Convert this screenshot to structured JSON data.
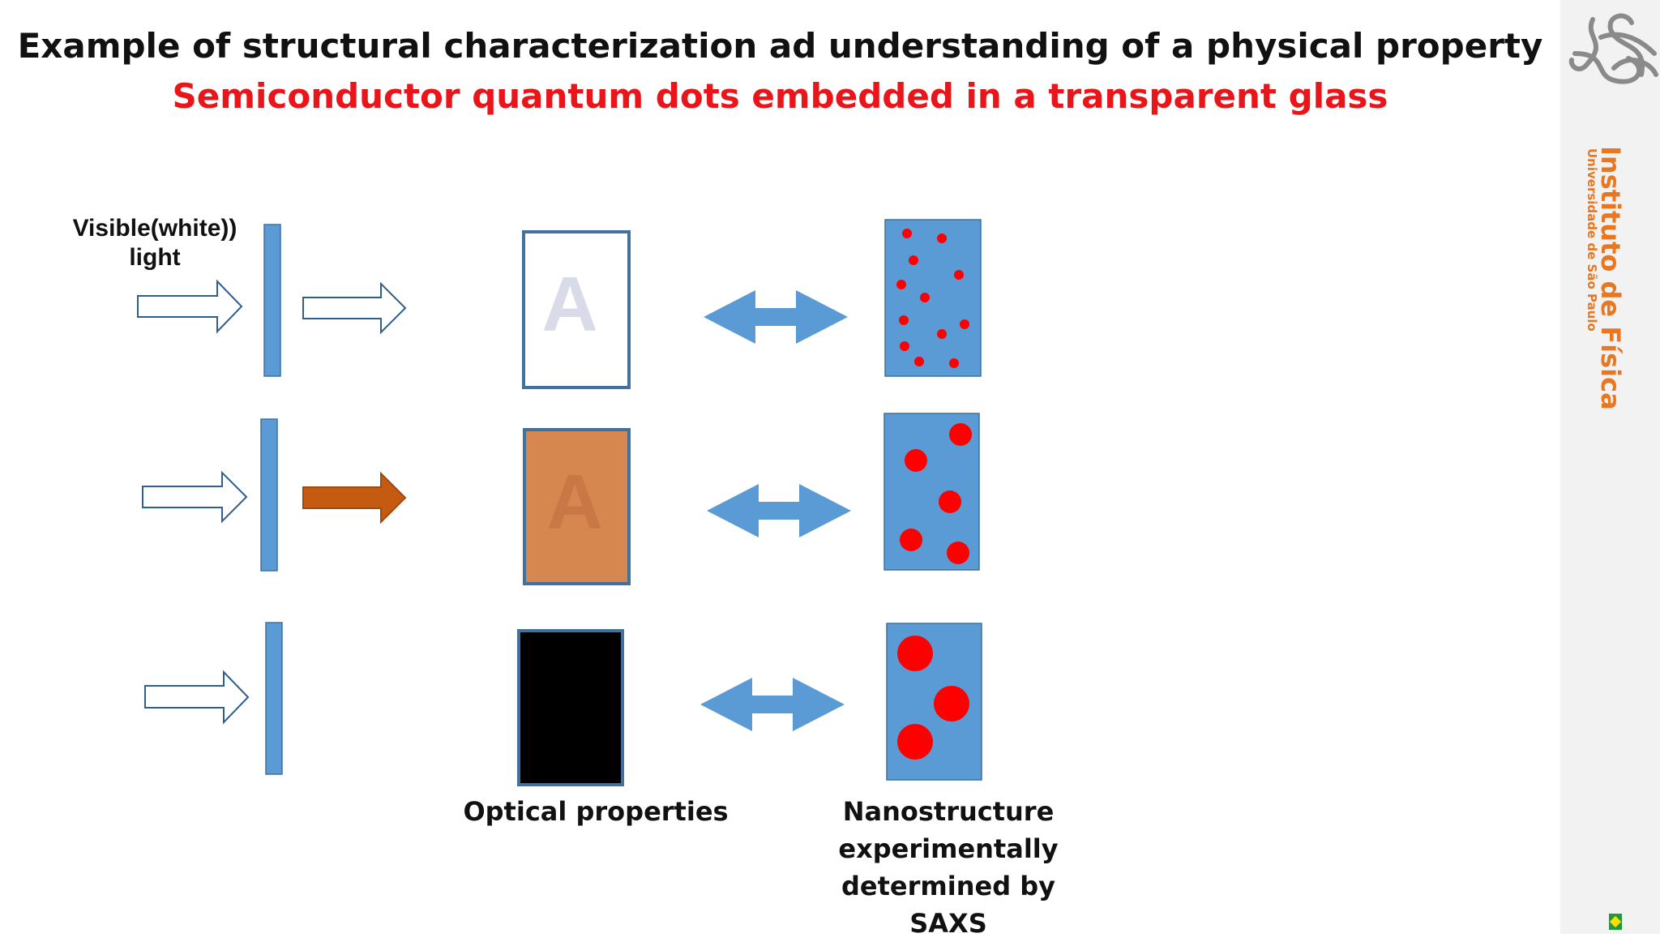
{
  "title": "Example of structural characterization ad understanding of a physical property",
  "subtitle": "Semiconductor quantum dots embedded in a transparent glass",
  "light_label": "Visible(white)) light",
  "sample_letter": "A",
  "optical_label": "Optical properties",
  "nanostructure_label": "Nanostructure experimentally determined by SAXS",
  "institute": {
    "name": "Instituto de Física",
    "subtitle": "Universidade de São Paulo"
  },
  "colors": {
    "title": "#111111",
    "subtitle": "#e8161b",
    "filter": "#5b9bd5",
    "particle": "#ff0000",
    "transmitted_orange": "#c55a11",
    "orange_sample": "#d6864f",
    "black_sample": "#000000",
    "institute": "#e87722"
  },
  "rows": [
    {
      "sample": "white",
      "transmitted": "white",
      "particle_size": "small"
    },
    {
      "sample": "orange",
      "transmitted": "orange",
      "particle_size": "medium"
    },
    {
      "sample": "black",
      "transmitted": "none",
      "particle_size": "large"
    }
  ]
}
